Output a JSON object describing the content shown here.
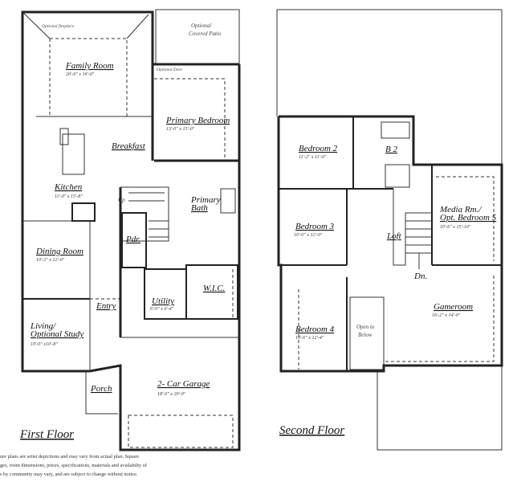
{
  "first_floor": {
    "title": "First Floor",
    "notes": {
      "fireplace": "Optional fireplace",
      "patio_1": "Optional",
      "patio_2": "Covered Patio",
      "door": "Optional Door",
      "up": "Up"
    },
    "rooms": {
      "family": {
        "name": "Family Room",
        "dims": "20'-0\" x 16'-0\""
      },
      "primary_bed": {
        "name": "Primary Bedroom",
        "dims": "13'-0\" x 15'-0\""
      },
      "breakfast": {
        "name": "Breakfast"
      },
      "kitchen": {
        "name": "Kitchen",
        "dims": "11'-0\" x 15'-8\""
      },
      "primary_bath": {
        "name_1": "Primary",
        "name_2": "Bath"
      },
      "powder": {
        "name": "Pdr."
      },
      "dining": {
        "name": "Dining Room",
        "dims": "10'-3\" x 12'-0\""
      },
      "wic": {
        "name": "W.I.C."
      },
      "utility": {
        "name": "Utility",
        "dims": "6'-0\" x 6'-4\""
      },
      "entry": {
        "name": "Entry"
      },
      "living": {
        "name_1": "Living/",
        "name_2": "Optional Study",
        "dims": "10'-0\" x10'-8\""
      },
      "porch": {
        "name": "Porch"
      },
      "garage": {
        "name": "2- Car Garage",
        "dims": "18'-0\" x 20'-0\""
      }
    }
  },
  "second_floor": {
    "title": "Second Floor",
    "rooms": {
      "bed2": {
        "name": "Bedroom 2",
        "dims": "11'-2\" x 11'-0\""
      },
      "bath2": {
        "name": "B 2"
      },
      "bed3": {
        "name": "Bedroom 3",
        "dims": "10'-0\" x 12'-0\""
      },
      "loft": {
        "name": "Loft"
      },
      "media": {
        "name_1": "Media Rm./",
        "name_2": "Opt. Bedroom 5",
        "dims": "10'-6\" x 15'-10\""
      },
      "down": {
        "name": "Dn."
      },
      "gameroom": {
        "name": "Gameroom",
        "dims": "16'-2\" x 14'-0\""
      },
      "bed4": {
        "name": "Bedroom 4",
        "dims": "10'-6\" x 12'-4\""
      },
      "open": {
        "name_1": "Open to",
        "name_2": "Below"
      }
    }
  },
  "disclaimer": [
    "ure plans are artist depictions and may vary from actual plan.  Square",
    "ges, room dimensions, prices, specifications, materials and availabilty of",
    "s by community may vary, and are subject to change without notice."
  ]
}
